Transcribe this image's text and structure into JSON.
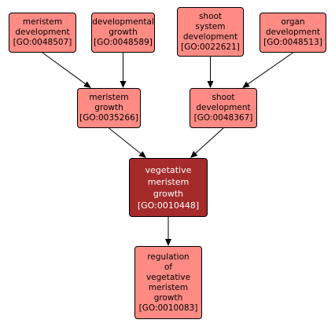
{
  "colors": {
    "node_fill": "#ff8b84",
    "focus_fill": "#a52a2a",
    "focus_text": "#ffffff",
    "edge": "#000000",
    "border": "#000000"
  },
  "nodes": [
    {
      "id": "GO:0048507",
      "label": "meristem\ndevelopment\n[GO:0048507]"
    },
    {
      "id": "GO:0048589",
      "label": "developmental\ngrowth\n[GO:0048589]"
    },
    {
      "id": "GO:0022621",
      "label": "shoot\nsystem\ndevelopment\n[GO:0022621]"
    },
    {
      "id": "GO:0048513",
      "label": "organ\ndevelopment\n[GO:0048513]"
    },
    {
      "id": "GO:0035266",
      "label": "meristem\ngrowth\n[GO:0035266]"
    },
    {
      "id": "GO:0048367",
      "label": "shoot\ndevelopment\n[GO:0048367]"
    },
    {
      "id": "GO:0010448",
      "label": "vegetative\nmeristem\ngrowth\n[GO:0010448]",
      "focus": true
    },
    {
      "id": "GO:0010083",
      "label": "regulation\nof\nvegetative\nmeristem\ngrowth\n[GO:0010083]"
    }
  ],
  "edges": [
    {
      "from": "GO:0048507",
      "to": "GO:0035266"
    },
    {
      "from": "GO:0048589",
      "to": "GO:0035266"
    },
    {
      "from": "GO:0022621",
      "to": "GO:0048367"
    },
    {
      "from": "GO:0048513",
      "to": "GO:0048367"
    },
    {
      "from": "GO:0035266",
      "to": "GO:0010448"
    },
    {
      "from": "GO:0048367",
      "to": "GO:0010448"
    },
    {
      "from": "GO:0010448",
      "to": "GO:0010083"
    }
  ]
}
